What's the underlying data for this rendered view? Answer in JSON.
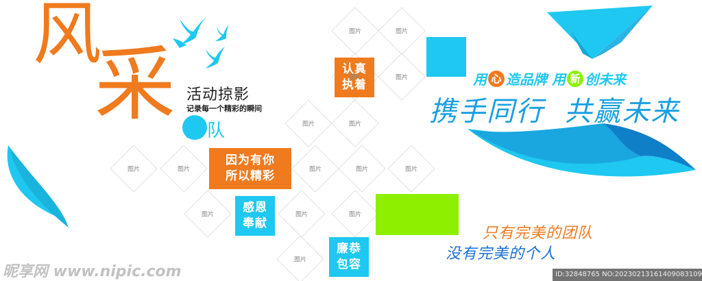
{
  "title": {
    "big_char_1": "风",
    "big_char_2": "采",
    "subtitle": "活动掠影",
    "caption": "记录每一个精彩的瞬间",
    "team": "团队"
  },
  "boxes": {
    "b1": "认真\n执着",
    "b2": "因为有你\n所以精彩",
    "b3": "感恩\n奉献",
    "b4": "廉恭\n包容"
  },
  "photo_placeholder": "图片",
  "slogan": {
    "p1": "用",
    "xin": "心",
    "p2": "造品牌 用",
    "new_char": "新",
    "p3": "创未来",
    "main": "携手同行  共赢未来"
  },
  "quote": {
    "line1": "只有完美的团队",
    "line2": "没有完美的个人"
  },
  "watermark": {
    "brand": "昵享网 www.nipic.com",
    "id": "ID:32848765 NO:20230213161409083109"
  },
  "colors": {
    "orange": "#F07A1E",
    "cyan": "#1EC8F0",
    "lime": "#8EF000",
    "deep_blue": "#1A6FD8"
  }
}
